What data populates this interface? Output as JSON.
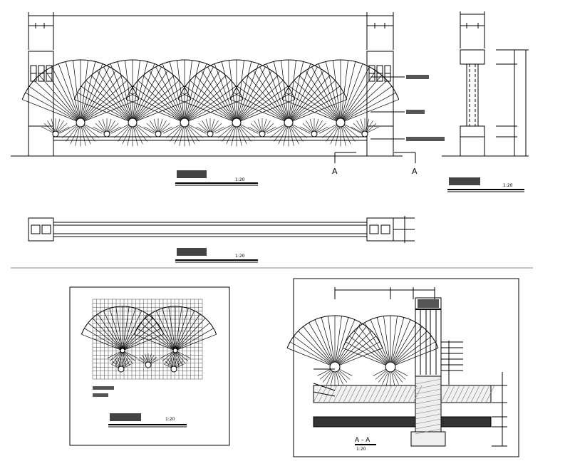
{
  "labels": {
    "section_mark": "A",
    "section_title": "A - A",
    "scale": "1:20"
  }
}
